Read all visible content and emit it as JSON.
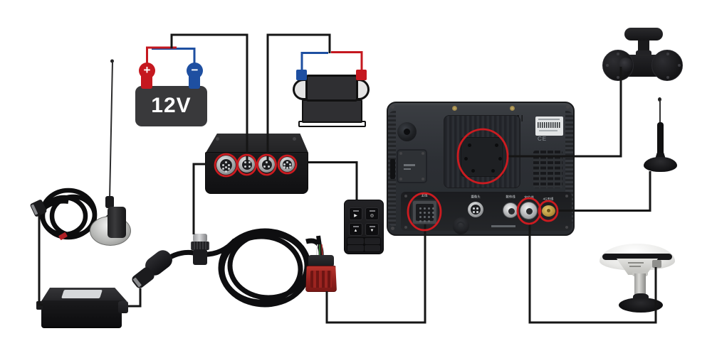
{
  "battery": {
    "voltage": "12V",
    "positive": "+",
    "negative": "−"
  },
  "display": {
    "ports": [
      {
        "label": "主线"
      },
      {
        "label": "摄像头"
      },
      {
        "label": "数传线"
      },
      {
        "label": "定位线"
      },
      {
        "label": "4G天线"
      }
    ],
    "ce_mark": "CE"
  },
  "remote": {
    "buttons": [
      {
        "icon": "▶"
      },
      {
        "icon": "◎"
      },
      {
        "icon": "▲"
      },
      {
        "icon": "▼"
      }
    ]
  },
  "colors": {
    "highlight_red": "#cc1b20",
    "wire_positive_red": "#c5181f",
    "wire_negative_blue": "#1e4fa1",
    "connection_line": "#151515",
    "background": "#ffffff"
  }
}
